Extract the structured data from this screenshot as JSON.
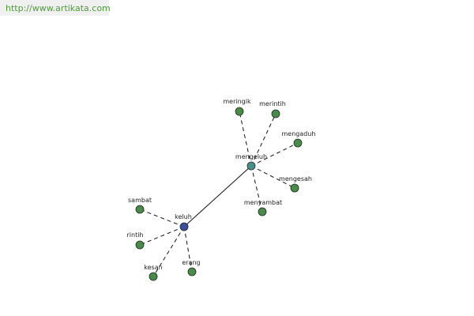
{
  "watermark": {
    "text": "http://www.artikata.com",
    "color": "#4f9a3c"
  },
  "graph": {
    "colors": {
      "leaf_node": "#4a8a4a",
      "hub_keluh": "#3c4f9a",
      "hub_mengeluh": "#4a8f8a",
      "node_stroke": "#1f2a1f",
      "edge": "#111111"
    },
    "nodes": [
      {
        "id": "keluh",
        "label": "keluh",
        "kind": "hub_keluh"
      },
      {
        "id": "mengeluh",
        "label": "mengeluh",
        "kind": "hub_mengeluh"
      },
      {
        "id": "meringik",
        "label": "meringik",
        "kind": "leaf"
      },
      {
        "id": "merintih",
        "label": "merintih",
        "kind": "leaf"
      },
      {
        "id": "mengaduh",
        "label": "mengaduh",
        "kind": "leaf"
      },
      {
        "id": "mengesah",
        "label": "mengesah",
        "kind": "leaf"
      },
      {
        "id": "menyambat",
        "label": "menyambat",
        "kind": "leaf"
      },
      {
        "id": "sambat",
        "label": "sambat",
        "kind": "leaf"
      },
      {
        "id": "rintih",
        "label": "rintih",
        "kind": "leaf"
      },
      {
        "id": "kesan",
        "label": "kesan",
        "kind": "leaf"
      },
      {
        "id": "erang",
        "label": "erang",
        "kind": "leaf"
      }
    ],
    "edges": [
      {
        "from": "keluh",
        "to": "mengeluh",
        "style": "solid"
      },
      {
        "from": "mengeluh",
        "to": "meringik",
        "style": "dashed"
      },
      {
        "from": "mengeluh",
        "to": "merintih",
        "style": "dashed"
      },
      {
        "from": "mengeluh",
        "to": "mengaduh",
        "style": "dashed"
      },
      {
        "from": "mengeluh",
        "to": "mengesah",
        "style": "dashed"
      },
      {
        "from": "mengeluh",
        "to": "menyambat",
        "style": "dashed"
      },
      {
        "from": "keluh",
        "to": "sambat",
        "style": "dashed"
      },
      {
        "from": "keluh",
        "to": "rintih",
        "style": "dashed"
      },
      {
        "from": "keluh",
        "to": "kesan",
        "style": "dashed"
      },
      {
        "from": "keluh",
        "to": "erang",
        "style": "dashed"
      }
    ]
  }
}
